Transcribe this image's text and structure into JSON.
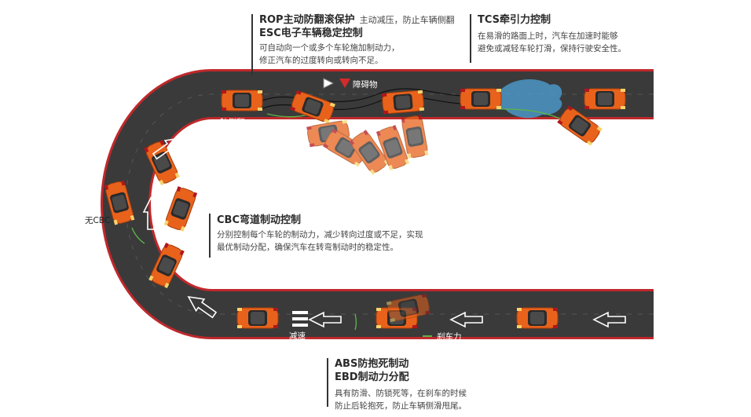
{
  "rop": {
    "title": "ROP主动防翻滚保护",
    "subtitle": "主动减压，防止车辆侧翻",
    "title2": "ESC电子车辆稳定控制",
    "desc1": "可自动向一个或多个车轮施加制动力，",
    "desc2": "修正汽车的过度转向或转向不足。"
  },
  "tcs": {
    "title": "TCS牵引力控制",
    "desc1": "在易滑的路面上时，汽车在加速时能够",
    "desc2": "避免或减轻车轮打滑，保持行驶安全性。"
  },
  "cbc": {
    "title": "CBC弯道制动控制",
    "desc1": "分别控制每个车轮的制动力，减少转向过度或不足，实现",
    "desc2": "最优制动分配，确保汽车在转弯制动时的稳定性。"
  },
  "abs": {
    "title": "ABS防抱死制动",
    "title2": "EBD制动力分配",
    "desc1": "具有防滑、防锁死等，在刹车的时候",
    "desc2": "防止后轮抱死，防止车辆侧滑甩尾。"
  },
  "labels": {
    "obstacle": "障碍物",
    "anti_rollover": "防侧翻",
    "no_cbc": "无CBC",
    "decelerate": "减速",
    "brake_force": "刹车力"
  },
  "colors": {
    "road": "#3a3a3a",
    "road_edge": "#c0282b",
    "car_body": "#e8621c",
    "car_dark": "#1e1e1e",
    "water": "#4ea3d9",
    "obstacle": "#d42a2a",
    "brake_green": "#59b34a"
  }
}
